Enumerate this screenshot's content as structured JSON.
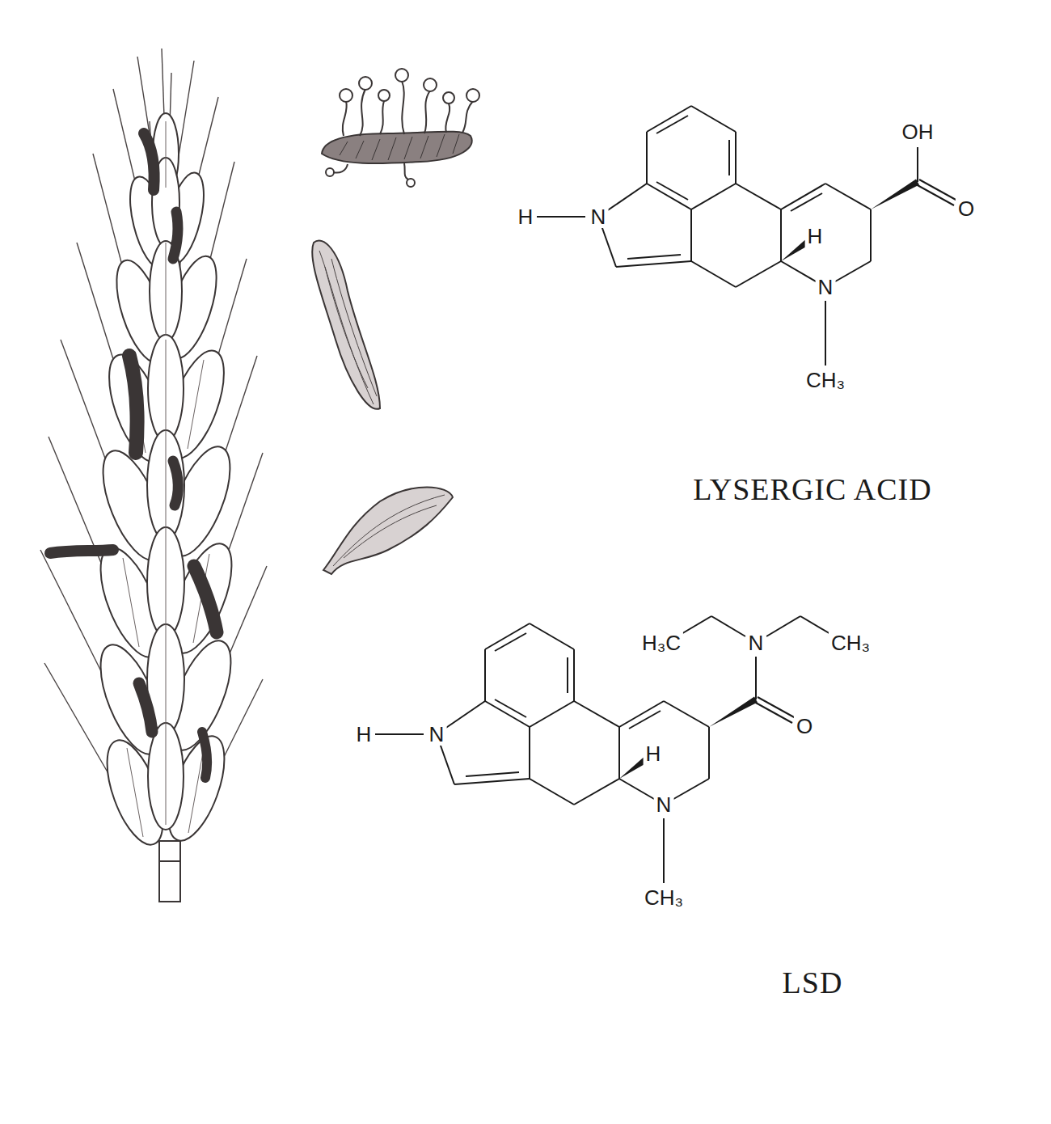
{
  "diagram": {
    "labels": [
      "OH",
      "H",
      "N",
      "H",
      "O",
      "N",
      "CH₃",
      "LYSERGIC ACID",
      "H₃C",
      "N",
      "CH₃",
      "O",
      "H",
      "N",
      "H",
      "N",
      "CH₃",
      "LSD"
    ]
  }
}
